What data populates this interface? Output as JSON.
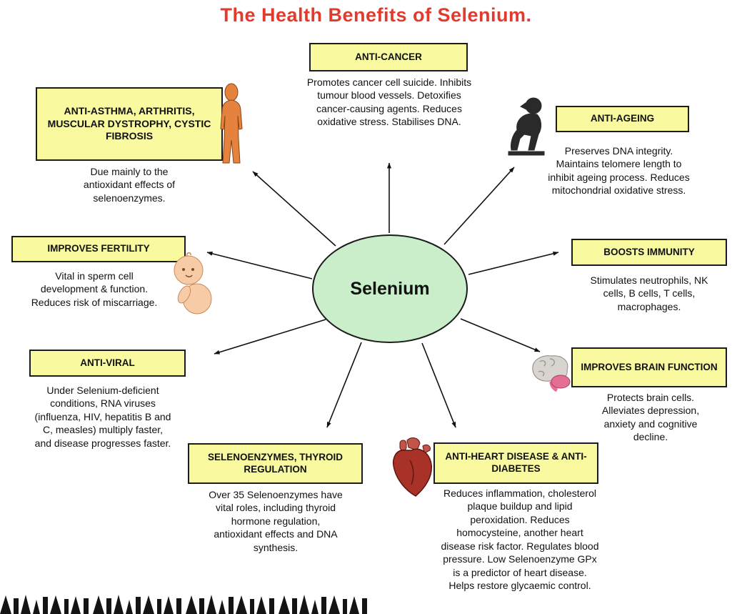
{
  "title": "The Health Benefits of Selenium.",
  "center": {
    "label": "Selenium"
  },
  "colors": {
    "title_red": "#e23b2e",
    "box_fill": "#f9f9a0",
    "box_border": "#1c1c1c",
    "center_fill": "#c9eec9",
    "text": "#111111"
  },
  "nodes": [
    {
      "id": "anti-cancer",
      "label": "ANTI-CANCER",
      "description": "Promotes cancer cell suicide. Inhibits tumour blood vessels. Detoxifies cancer-causing agents. Reduces oxidative stress. Stabilises DNA."
    },
    {
      "id": "anti-asthma",
      "label": "ANTI-ASTHMA, ARTHRITIS, MUSCULAR DYSTROPHY, CYSTIC FIBROSIS",
      "description": "Due mainly to the antioxidant effects of selenoenzymes.",
      "icon": "human-body-icon"
    },
    {
      "id": "anti-ageing",
      "label": "ANTI-AGEING",
      "description": "Preserves DNA integrity. Maintains telomere length to inhibit ageing process. Reduces mitochondrial oxidative stress.",
      "icon": "elderly-man-icon"
    },
    {
      "id": "improves-fertility",
      "label": "IMPROVES FERTILITY",
      "description": "Vital in sperm cell development & function. Reduces risk of miscarriage.",
      "icon": "baby-icon"
    },
    {
      "id": "boosts-immunity",
      "label": "BOOSTS IMMUNITY",
      "description": "Stimulates neutrophils, NK cells, B cells, T cells, macrophages."
    },
    {
      "id": "anti-viral",
      "label": "ANTI-VIRAL",
      "description": "Under Selenium-deficient conditions, RNA viruses (influenza, HIV, hepatitis B and C, measles) multiply faster, and disease progresses faster."
    },
    {
      "id": "improves-brain-function",
      "label": "IMPROVES BRAIN FUNCTION",
      "description": "Protects brain cells. Alleviates depression, anxiety and cognitive decline.",
      "icon": "brain-icon"
    },
    {
      "id": "selenoenzymes-thyroid",
      "label": "SELENOENZYMES, THYROID REGULATION",
      "description": "Over 35 Selenoenzymes have vital roles, including thyroid hormone regulation, antioxidant effects and DNA synthesis."
    },
    {
      "id": "anti-heart-diabetes",
      "label": "ANTI-HEART DISEASE & ANTI-DIABETES",
      "description": "Reduces inflammation, cholesterol plaque buildup and lipid peroxidation. Reduces homocysteine, another heart disease risk factor. Regulates blood pressure. Low Selenoenzyme GPx is a predictor of heart disease. Helps restore glycaemic control.",
      "icon": "heart-icon"
    }
  ]
}
